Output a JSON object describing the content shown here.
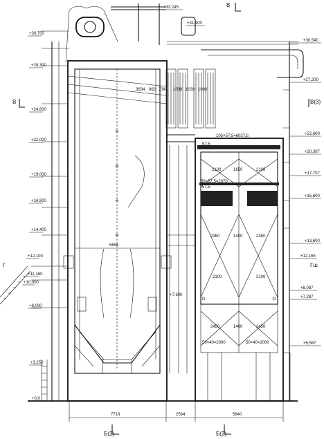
{
  "drawing": {
    "left_elevations": [
      "+30,750",
      "+28,300",
      "+24,600",
      "+22,000",
      "+19,000",
      "+16,800",
      "+14,400",
      "+12,100",
      "+11,160",
      "+10,000",
      "+8,000",
      "+3,250",
      "+0,0"
    ],
    "top_elevations": [
      "+33,245",
      "+31,900"
    ],
    "right_elevations": [
      "+30,540",
      "+27,200",
      "+22,600",
      "+20,307",
      "+17,707",
      "+15,600",
      "+13,600",
      "+12,165",
      "+8,087",
      "+7,287",
      "+5,587"
    ],
    "mid_elevation": "+7,600",
    "section_marks": {
      "top": "B",
      "left": "B",
      "right": "B(3)",
      "left_g": "Г",
      "right_g": "Гш",
      "bottom_left": "Б(2)",
      "bottom_right": "Б(2)"
    },
    "dimensions": {
      "bottom": [
        "7718",
        "2594",
        "5840"
      ],
      "furnace_width": "6656",
      "tube_dims": [
        "3634",
        "862",
        "734",
        "1039",
        "1039",
        "1000"
      ],
      "top_right": "105×57,5=6037,5",
      "row_57": "57,5",
      "panel_1": [
        "2100",
        "1650",
        "2100"
      ],
      "panel_2": "56×57,5=2070",
      "row_57b": "57,5",
      "panel_3": [
        "2350",
        "1400",
        "2350"
      ],
      "panel_4": [
        "2100",
        "2100"
      ],
      "panel_5": [
        "2450",
        "1400",
        "2450"
      ],
      "panel_6": [
        "50×40=2000",
        "50×40=2000"
      ]
    }
  }
}
